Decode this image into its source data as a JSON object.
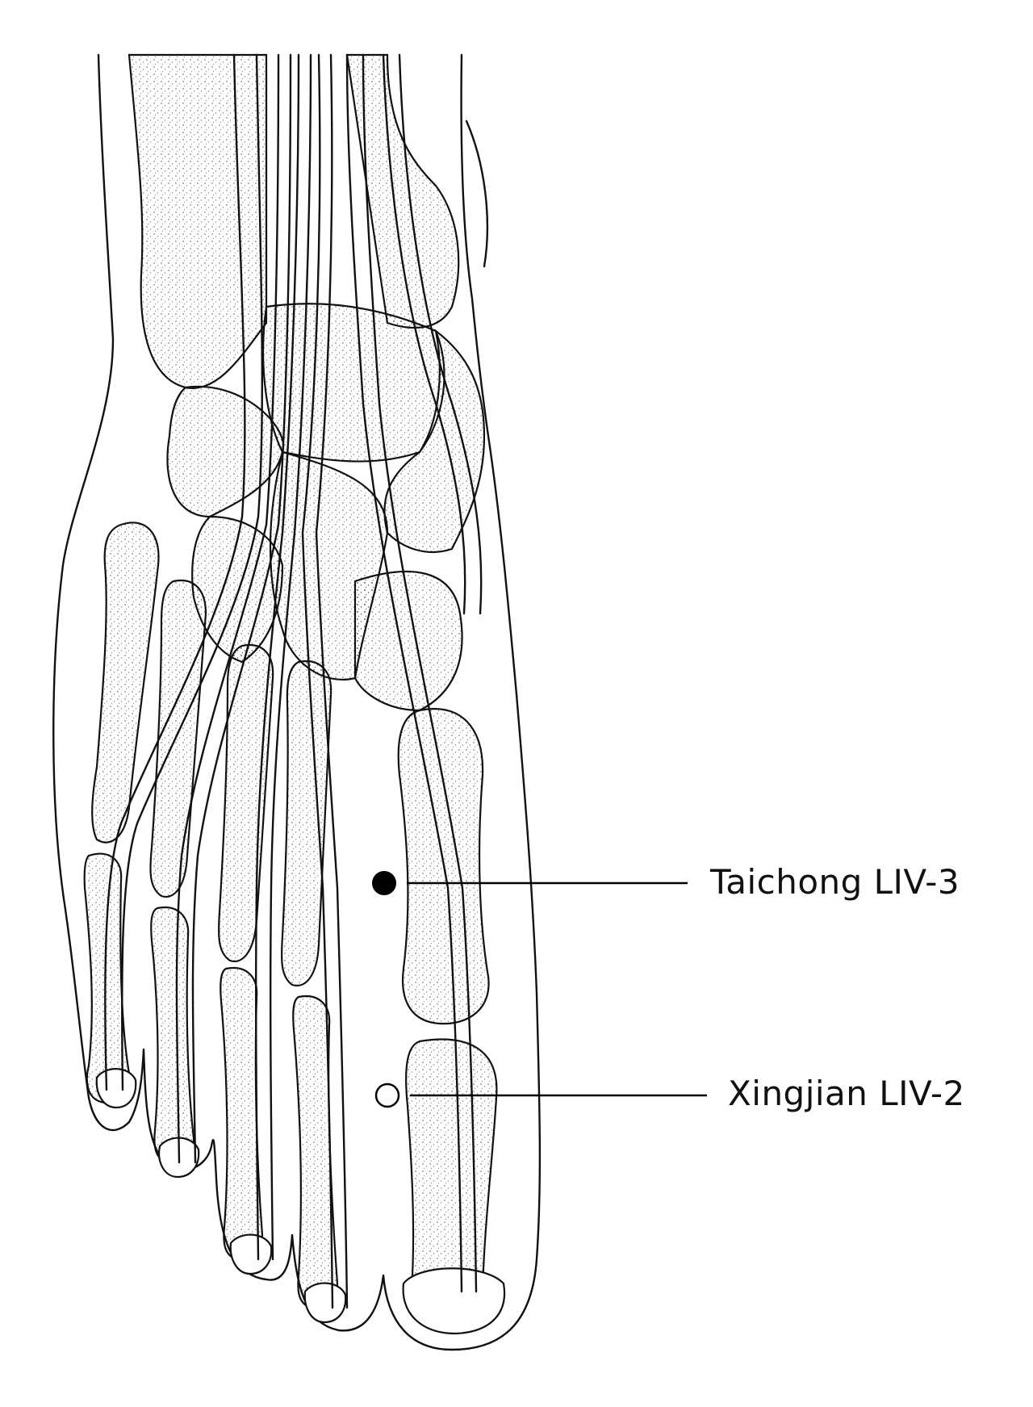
{
  "points": [
    {
      "id": "taichong",
      "label": "Taichong LIV-3",
      "marker": "filled"
    },
    {
      "id": "xingjian",
      "label": "Xingjian LIV-2",
      "marker": "hollow"
    }
  ],
  "colors": {
    "ink": "#111111",
    "background": "#ffffff"
  }
}
